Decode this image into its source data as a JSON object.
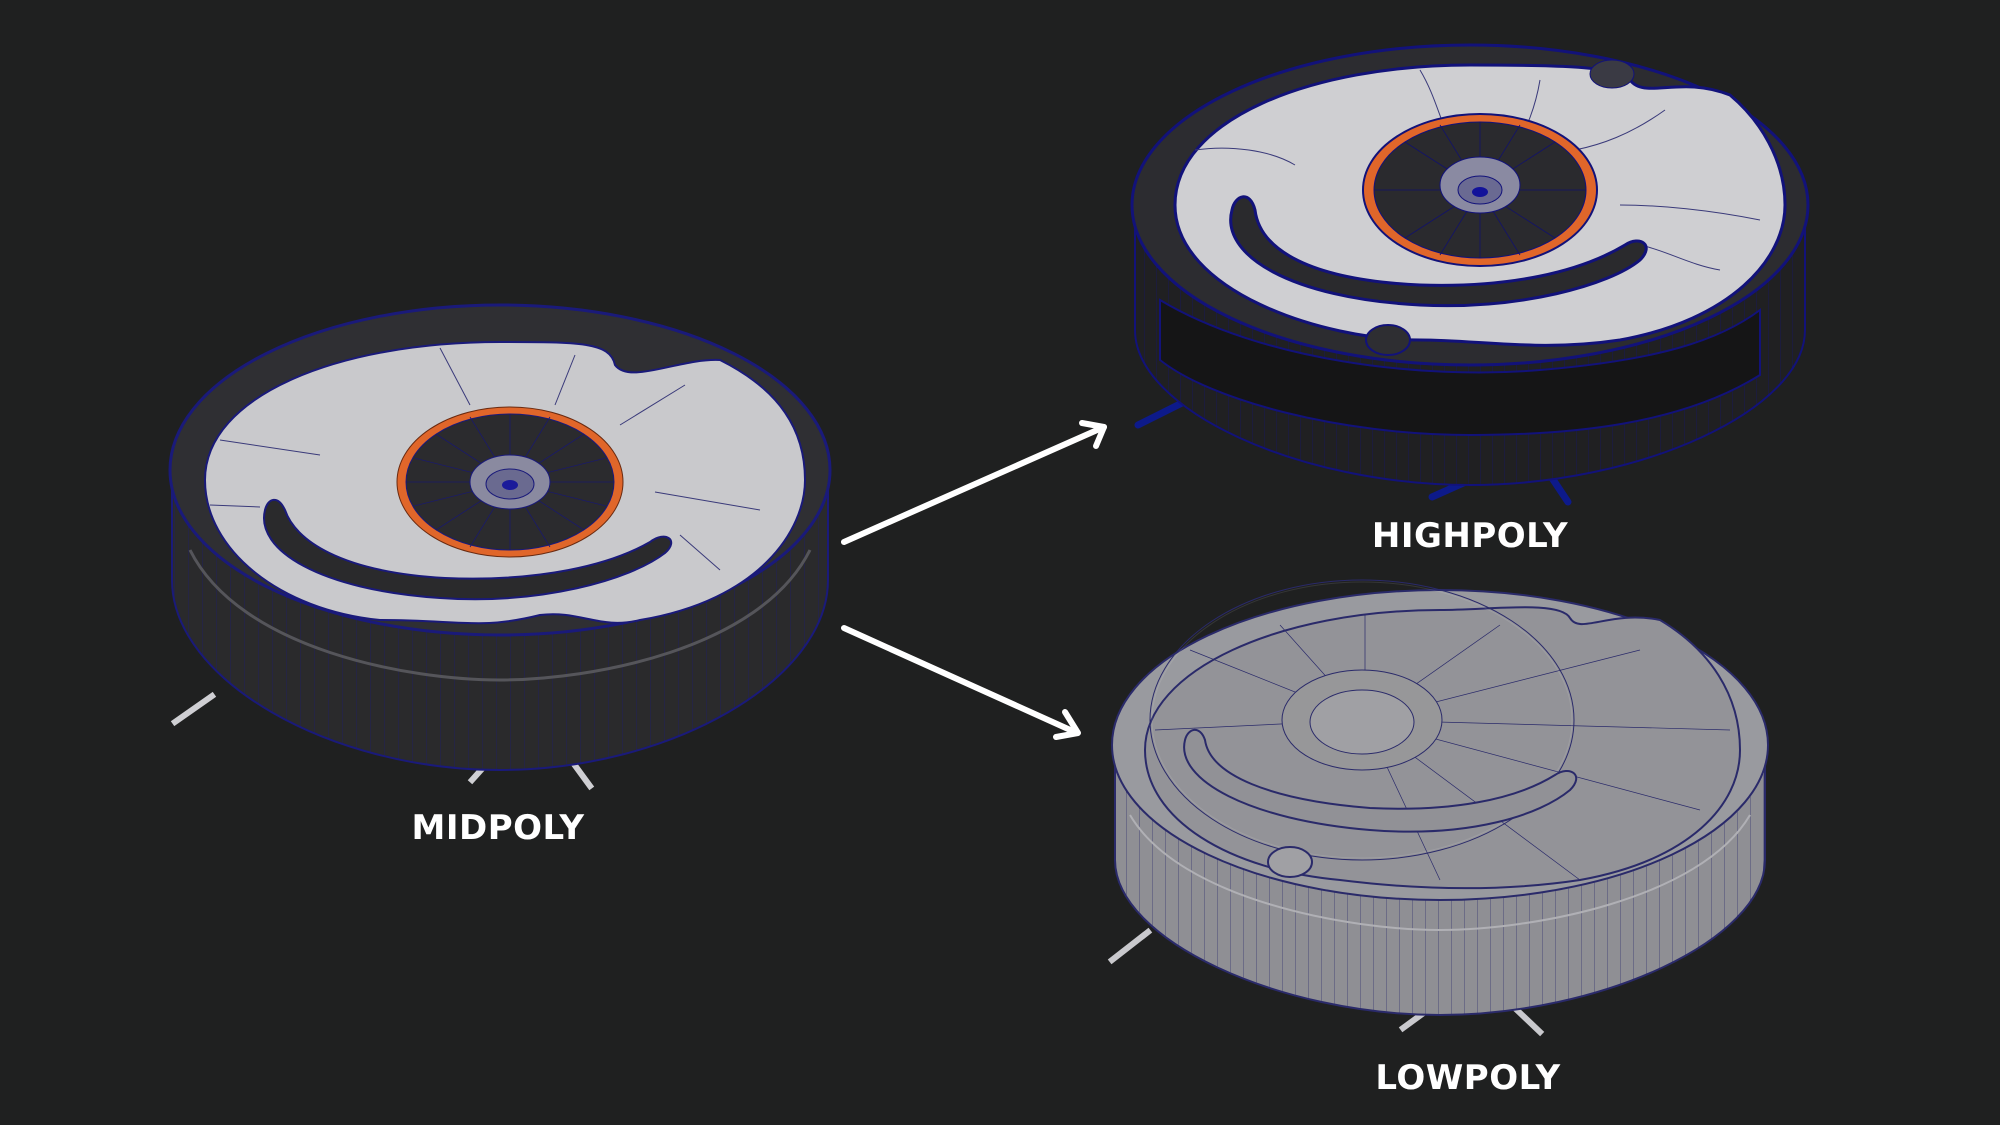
{
  "scene": {
    "background": "#1f2020",
    "subject": "robot vacuum 3D model wireframe comparison"
  },
  "models": {
    "midpoly": {
      "label": "MIDPOLY",
      "shell_color": "#2a2a2c",
      "top_color": "#c9c9cc",
      "ring_color": "#e0662a",
      "wire_color": "#1a1a7a"
    },
    "highpoly": {
      "label": "HIGHPOLY",
      "shell_color": "#262628",
      "top_color": "#cfcfd2",
      "ring_color": "#e0662a",
      "wire_color": "#12127a",
      "brush_color": "#0d1a8a"
    },
    "lowpoly": {
      "label": "LOWPOLY",
      "shell_color": "#8f8f94",
      "top_color": "#9a9a9f",
      "wire_color": "#2a2a6a"
    }
  },
  "arrows": [
    {
      "from": "midpoly",
      "to": "highpoly",
      "color": "#ffffff"
    },
    {
      "from": "midpoly",
      "to": "lowpoly",
      "color": "#ffffff"
    }
  ]
}
